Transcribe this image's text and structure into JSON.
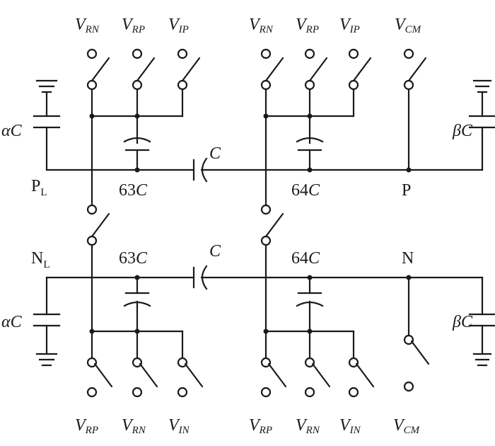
{
  "labels": {
    "v": "V",
    "rn": "RN",
    "rp": "RP",
    "ip": "IP",
    "in": "IN",
    "cm": "CM",
    "alpha_c": "αC",
    "beta_c": "βC",
    "c": "C",
    "cap63_num": "63",
    "cap64_num": "64",
    "p": "P",
    "n": "N",
    "l_sub": "L"
  }
}
